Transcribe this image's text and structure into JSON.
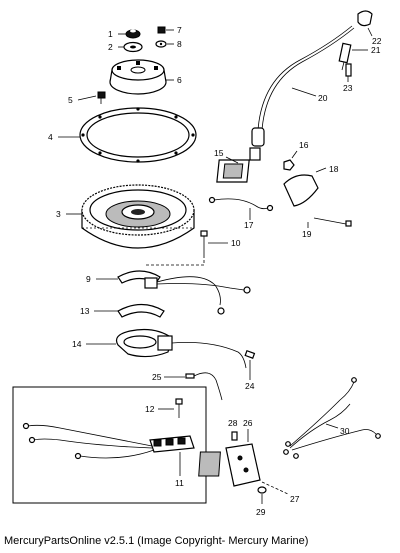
{
  "caption": "MercuryPartsOnline v2.5.1 (Image Copyright- Mercury Marine)",
  "callouts": [
    "1",
    "2",
    "3",
    "4",
    "5",
    "6",
    "7",
    "8",
    "9",
    "10",
    "11",
    "12",
    "13",
    "14",
    "15",
    "16",
    "17",
    "18",
    "19",
    "20",
    "21",
    "22",
    "23",
    "24",
    "25",
    "26",
    "27",
    "28",
    "29",
    "30"
  ]
}
